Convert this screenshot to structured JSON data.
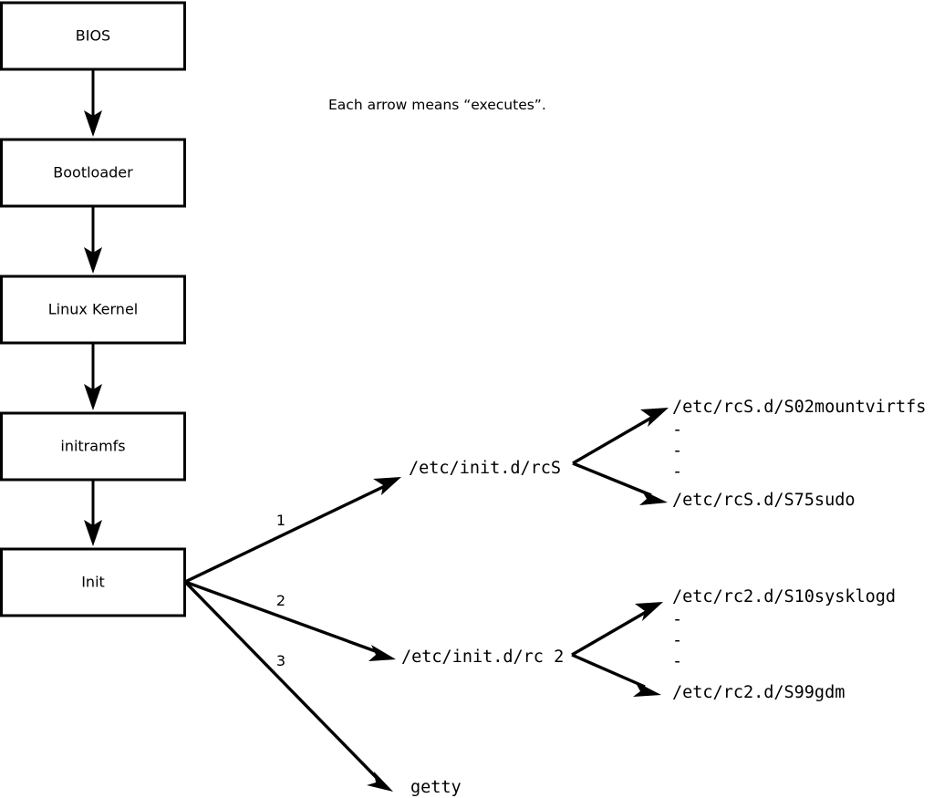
{
  "diagram": {
    "title_caption": "Each arrow means “executes”.",
    "boot_chain": [
      {
        "label": "BIOS"
      },
      {
        "label": "Bootloader"
      },
      {
        "label": "Linux Kernel"
      },
      {
        "label": "initramfs"
      },
      {
        "label": "Init"
      }
    ],
    "init_branches": [
      {
        "number": "1",
        "label": "/etc/init.d/rcS"
      },
      {
        "number": "2",
        "label": "/etc/init.d/rc 2"
      },
      {
        "number": "3",
        "label": "getty"
      }
    ],
    "rcs_scripts": {
      "first": "/etc/rcS.d/S02mountvirtfs",
      "last": "/etc/rcS.d/S75sudo",
      "ellipsis": [
        "-",
        "-",
        "-"
      ]
    },
    "rc2_scripts": {
      "first": "/etc/rc2.d/S10sysklogd",
      "last": "/etc/rc2.d/S99gdm",
      "ellipsis": [
        "-",
        "-",
        "-"
      ]
    },
    "colors": {
      "stroke": "#000000",
      "fill": "#ffffff",
      "background": "#ffffff"
    }
  }
}
